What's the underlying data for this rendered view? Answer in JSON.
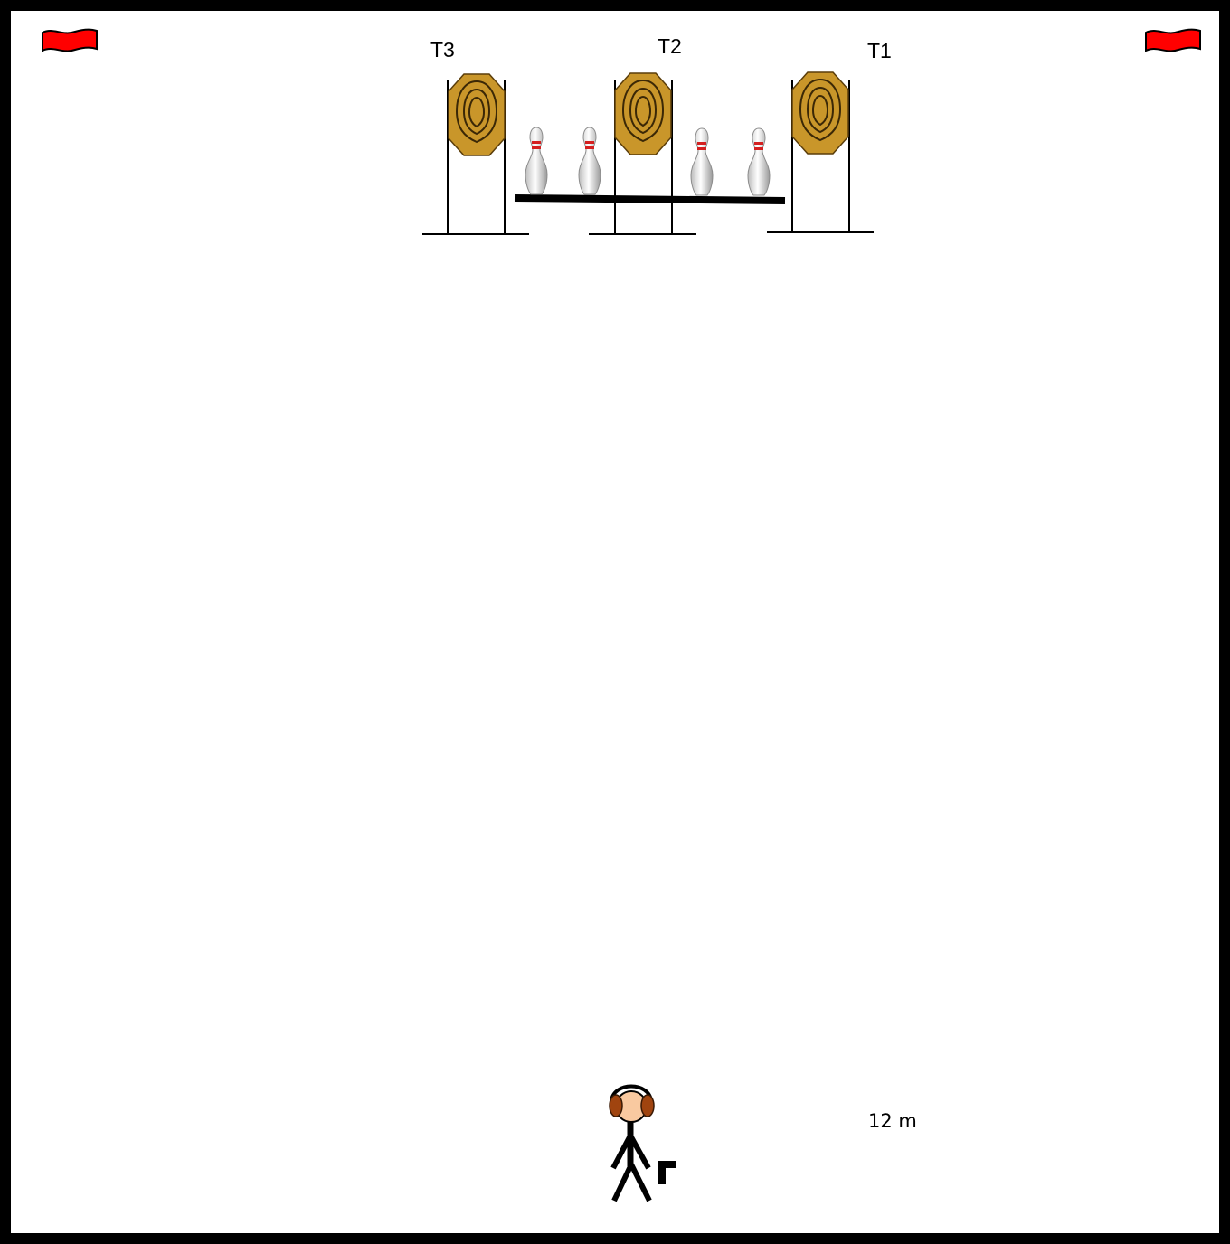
{
  "targets": [
    {
      "label": "T3"
    },
    {
      "label": "T2"
    },
    {
      "label": "T1"
    }
  ],
  "distance_label": "12 m",
  "colors": {
    "border": "#000000",
    "flag": "#ff0000",
    "target_fill": "#c9962a",
    "target_stroke": "#5a3d0a",
    "pin_stripe": "#d42020",
    "skin": "#f9c9a0",
    "ear_muff": "#a0440f"
  },
  "icons": {
    "flag": "flag-icon",
    "steel_target": "steel-target-icon",
    "bowling_pin": "bowling-pin-icon",
    "shooter": "shooter-icon",
    "pistol": "pistol-icon"
  }
}
